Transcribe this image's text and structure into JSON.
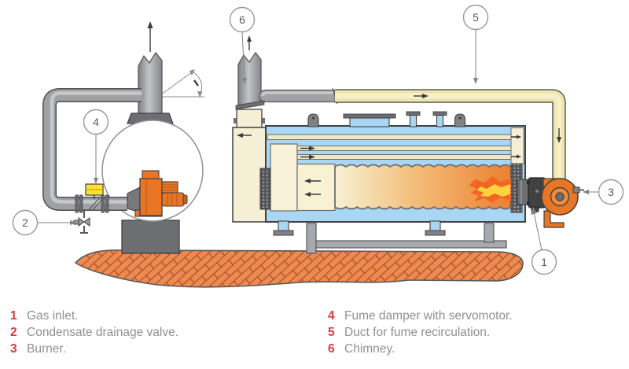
{
  "legend": {
    "items": [
      {
        "number": "1",
        "text": "Gas inlet."
      },
      {
        "number": "2",
        "text": "Condensate drainage valve."
      },
      {
        "number": "3",
        "text": "Burner."
      },
      {
        "number": "4",
        "text": "Fume damper with servomotor."
      },
      {
        "number": "5",
        "text": "Duct for fume recirculation."
      },
      {
        "number": "6",
        "text": "Chimney."
      }
    ]
  },
  "callouts": {
    "c1": "1",
    "c2": "2",
    "c3": "3",
    "c4": "4",
    "c5": "5",
    "c6": "6"
  },
  "colors": {
    "legend_number_red": "#DC3A3E",
    "legend_text_gray": "#8E9093",
    "brick_orange": "#EC8A50",
    "brick_mortar": "#A9512B",
    "water_blue": "#A9D6F2",
    "boiler_cream": "#F5EFD5",
    "duct_yellow": "#EDE6AC",
    "damper_yellow": "#FFE033",
    "burner_orange": "#E87624",
    "flame_yellow": "#FFD23F",
    "flame_orange": "#F26522",
    "pipe_gray": "#9FA1A4"
  }
}
